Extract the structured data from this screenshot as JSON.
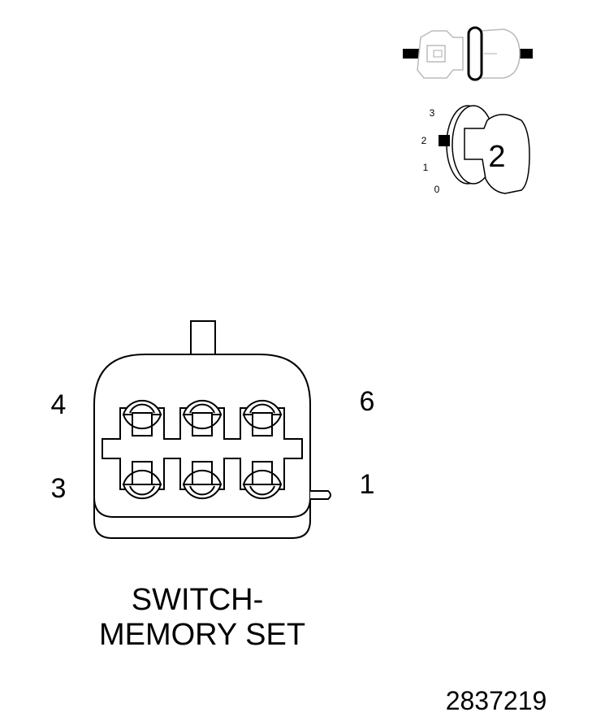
{
  "connector": {
    "pin_labels": {
      "top_left": "4",
      "bottom_left": "3",
      "top_right": "6",
      "bottom_right": "1"
    },
    "title_line1": "SWITCH-",
    "title_line2": "MEMORY SET"
  },
  "key_indicator": {
    "scale": [
      "3",
      "2",
      "1",
      "0"
    ],
    "position": "2"
  },
  "figure_number": "2837219"
}
